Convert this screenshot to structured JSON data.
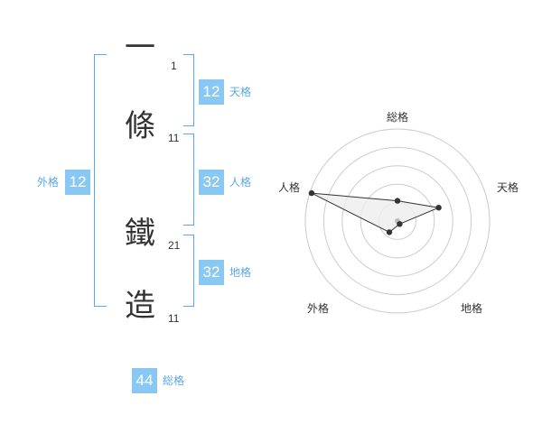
{
  "name": {
    "characters": [
      {
        "char": "一",
        "strokes": "1"
      },
      {
        "char": "條",
        "strokes": "11"
      },
      {
        "char": "鐵",
        "strokes": "21"
      },
      {
        "char": "造",
        "strokes": "11"
      }
    ]
  },
  "fortunes": {
    "tenkaku": {
      "value": "12",
      "label": "天格"
    },
    "jinkaku": {
      "value": "32",
      "label": "人格"
    },
    "chikaku": {
      "value": "32",
      "label": "地格"
    },
    "gaikaku": {
      "value": "12",
      "label": "外格"
    },
    "soukaku": {
      "value": "44",
      "label": "総格"
    }
  },
  "radar": {
    "axes": [
      "総格",
      "天格",
      "地格",
      "外格",
      "人格"
    ],
    "levels": [
      0.22,
      0.47,
      0.04,
      0.15,
      0.98
    ],
    "rings": 5,
    "fill_color": "#eeeeee",
    "line_color": "#333333",
    "ring_color": "#cccccc"
  },
  "colors": {
    "accent": "#88c8f3",
    "accent_text": "#5aa8e6"
  }
}
